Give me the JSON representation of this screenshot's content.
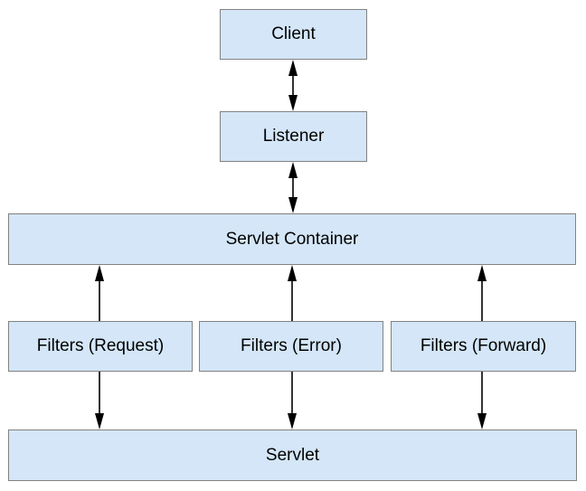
{
  "diagram": {
    "nodes": {
      "client": {
        "label": "Client"
      },
      "listener": {
        "label": "Listener"
      },
      "servlet_container": {
        "label": "Servlet Container"
      },
      "filters_request": {
        "label": "Filters (Request)"
      },
      "filters_error": {
        "label": "Filters (Error)"
      },
      "filters_forward": {
        "label": "Filters (Forward)"
      },
      "servlet": {
        "label": "Servlet"
      }
    },
    "edges": [
      {
        "from": "Client",
        "to": "Listener",
        "type": "bidirectional"
      },
      {
        "from": "Listener",
        "to": "Servlet Container",
        "type": "bidirectional"
      },
      {
        "from": "Servlet Container",
        "to": "Servlet",
        "via": "Filters (Request)",
        "type": "bidirectional"
      },
      {
        "from": "Servlet Container",
        "to": "Servlet",
        "via": "Filters (Error)",
        "type": "bidirectional"
      },
      {
        "from": "Servlet Container",
        "to": "Servlet",
        "via": "Filters (Forward)",
        "type": "bidirectional"
      }
    ],
    "colors": {
      "background": "#ffffff",
      "node_fill": "#d4e6f7",
      "node_border": "#828282",
      "text": "#000000",
      "arrow": "#000000"
    }
  }
}
